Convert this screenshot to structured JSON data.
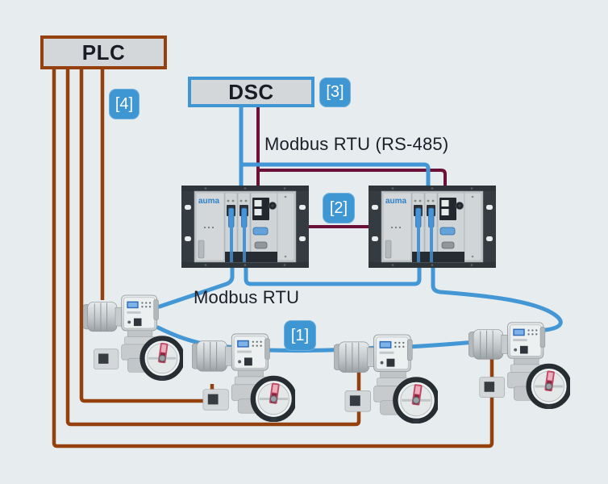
{
  "palette": {
    "background": "#e7edee",
    "brown_wire": "#95400f",
    "blue": "#3f96d3",
    "maroon_wire": "#6b1038",
    "box_fill": "#d3d7da",
    "text": "#1d1d28",
    "callout_bg": "#3e96d2",
    "callout_text": "#ffffff",
    "logo_blue": "#2c80ca"
  },
  "nodes": {
    "plc": {
      "label": "PLC"
    },
    "dsc": {
      "label": "DSC"
    }
  },
  "bus_labels": {
    "host": "Modbus RTU (RS-485)",
    "loop": "Modbus RTU"
  },
  "callouts": [
    {
      "ref": "modbus-loop",
      "text": "[1]"
    },
    {
      "ref": "master-station-link",
      "text": "[2]"
    },
    {
      "ref": "dsc-connection",
      "text": "[3]"
    },
    {
      "ref": "plc-parallel-wiring",
      "text": "[4]"
    }
  ],
  "devices": {
    "master_station_brand": "auma",
    "master_stations": 2,
    "actuators": 4
  }
}
